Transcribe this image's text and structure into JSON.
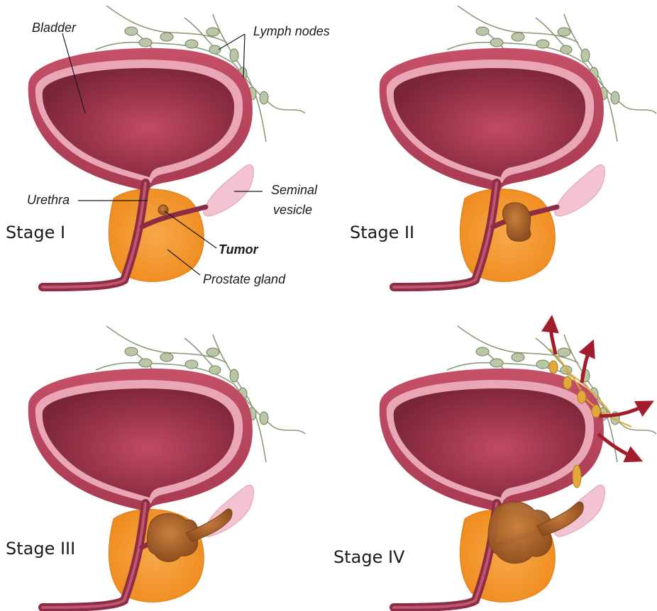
{
  "annotations": {
    "bladder": "Bladder",
    "lymph_nodes": "Lymph nodes",
    "urethra": "Urethra",
    "seminal_vesicle_line1": "Seminal",
    "seminal_vesicle_line2": "vesicle",
    "tumor": "Tumor",
    "prostate_gland": "Prostate gland"
  },
  "stages": [
    {
      "label": "Stage I"
    },
    {
      "label": "Stage II"
    },
    {
      "label": "Stage III"
    },
    {
      "label": "Stage IV"
    }
  ],
  "colors": {
    "bladder_wall": "#b8465e",
    "bladder_lining": "#e8a6b6",
    "bladder_inner": "#8e3147",
    "prostate": "#f39a2c",
    "seminal_vesicle": "#f3c3d2",
    "tumor": "#b5662a",
    "lymph_node": "#b9c7a6",
    "metastasis_arrow": "#a11d2c",
    "spread_tissue": "#e0a93a"
  },
  "icons": {
    "metastasis": "arrow-icon"
  }
}
